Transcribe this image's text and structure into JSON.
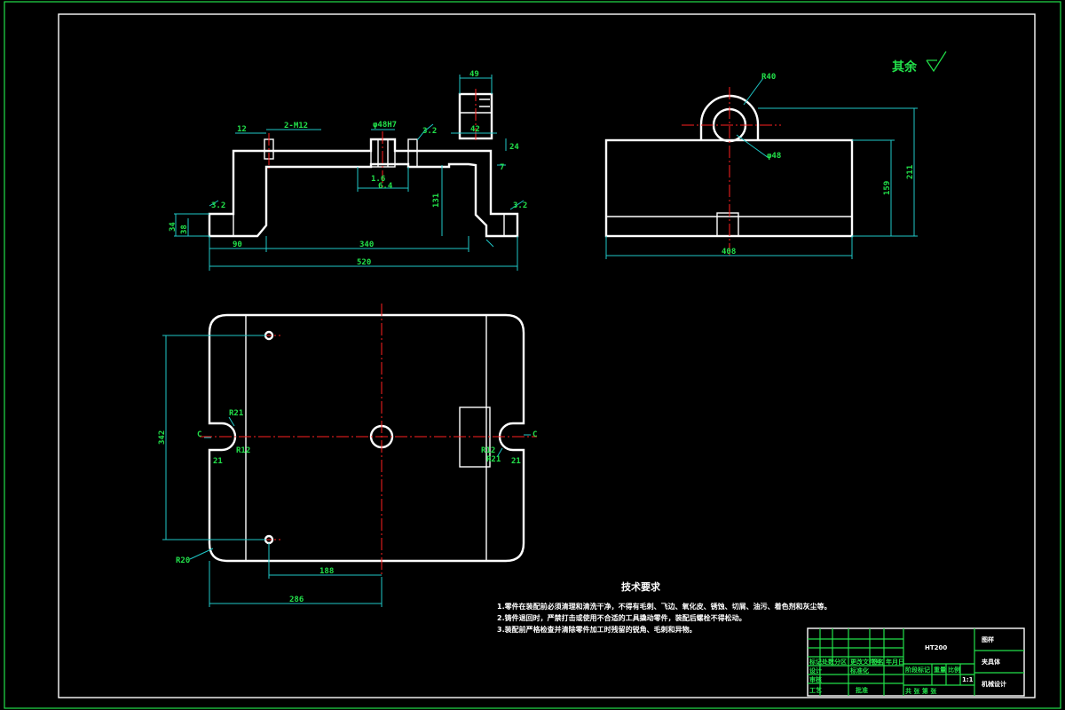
{
  "roughness_note": "其余",
  "front_view": {
    "dims": {
      "d49": "49",
      "d12": "12",
      "thread": "2-M12",
      "hole_fit": "φ48H7",
      "d42": "42",
      "d24": "24",
      "d7": "7",
      "d131": "131",
      "d34": "34",
      "d38": "38",
      "d90": "90",
      "d340": "340",
      "d520": "520",
      "r_small": "3.2",
      "r_small2": "3.2",
      "r_small3": "1.6",
      "r_small4": "3.2",
      "d_mid": "6.4"
    }
  },
  "side_view": {
    "dims": {
      "r40": "R40",
      "phi48": "φ48",
      "d159": "159",
      "d211": "211",
      "d408": "408"
    }
  },
  "top_view": {
    "dims": {
      "r21_left": "R21",
      "r21_right": "R21",
      "d21_left": "21",
      "d21_right": "21",
      "d342": "342",
      "d188": "188",
      "d286": "286",
      "r20": "R20",
      "section_left": "C",
      "section_right": "C",
      "x12_left": "R12",
      "x12_right": "R12"
    }
  },
  "tech_requirements": {
    "title": "技术要求",
    "items": [
      "1.零件在装配前必须清理和清洗干净，不得有毛刺、飞边、氧化皮、锈蚀、切屑、油污、着色剂和灰尘等。",
      "2.铸件退回时，严禁打击或使用不合适的工具撬动零件，装配后螺栓不得松动。",
      "3.装配前严格检查并清除零件加工时残留的锐角、毛刺和异物。"
    ]
  },
  "title_block": {
    "material": "HT200",
    "name": "夹具体",
    "company": "机械设计",
    "ratio": "1:1",
    "label_mark": "标记",
    "label_count": "处数",
    "label_zone": "分区",
    "label_change": "更改文件号",
    "label_sign": "签名",
    "label_date": "年月日",
    "label_design": "设计",
    "label_check": "审核",
    "label_craft": "工艺",
    "label_std": "标准化",
    "label_approve": "批准",
    "label_stage": "阶段标记",
    "label_weight": "重量",
    "label_scale": "比例",
    "label_sheet": "共 张 第 张",
    "label_drawing": "图样"
  }
}
